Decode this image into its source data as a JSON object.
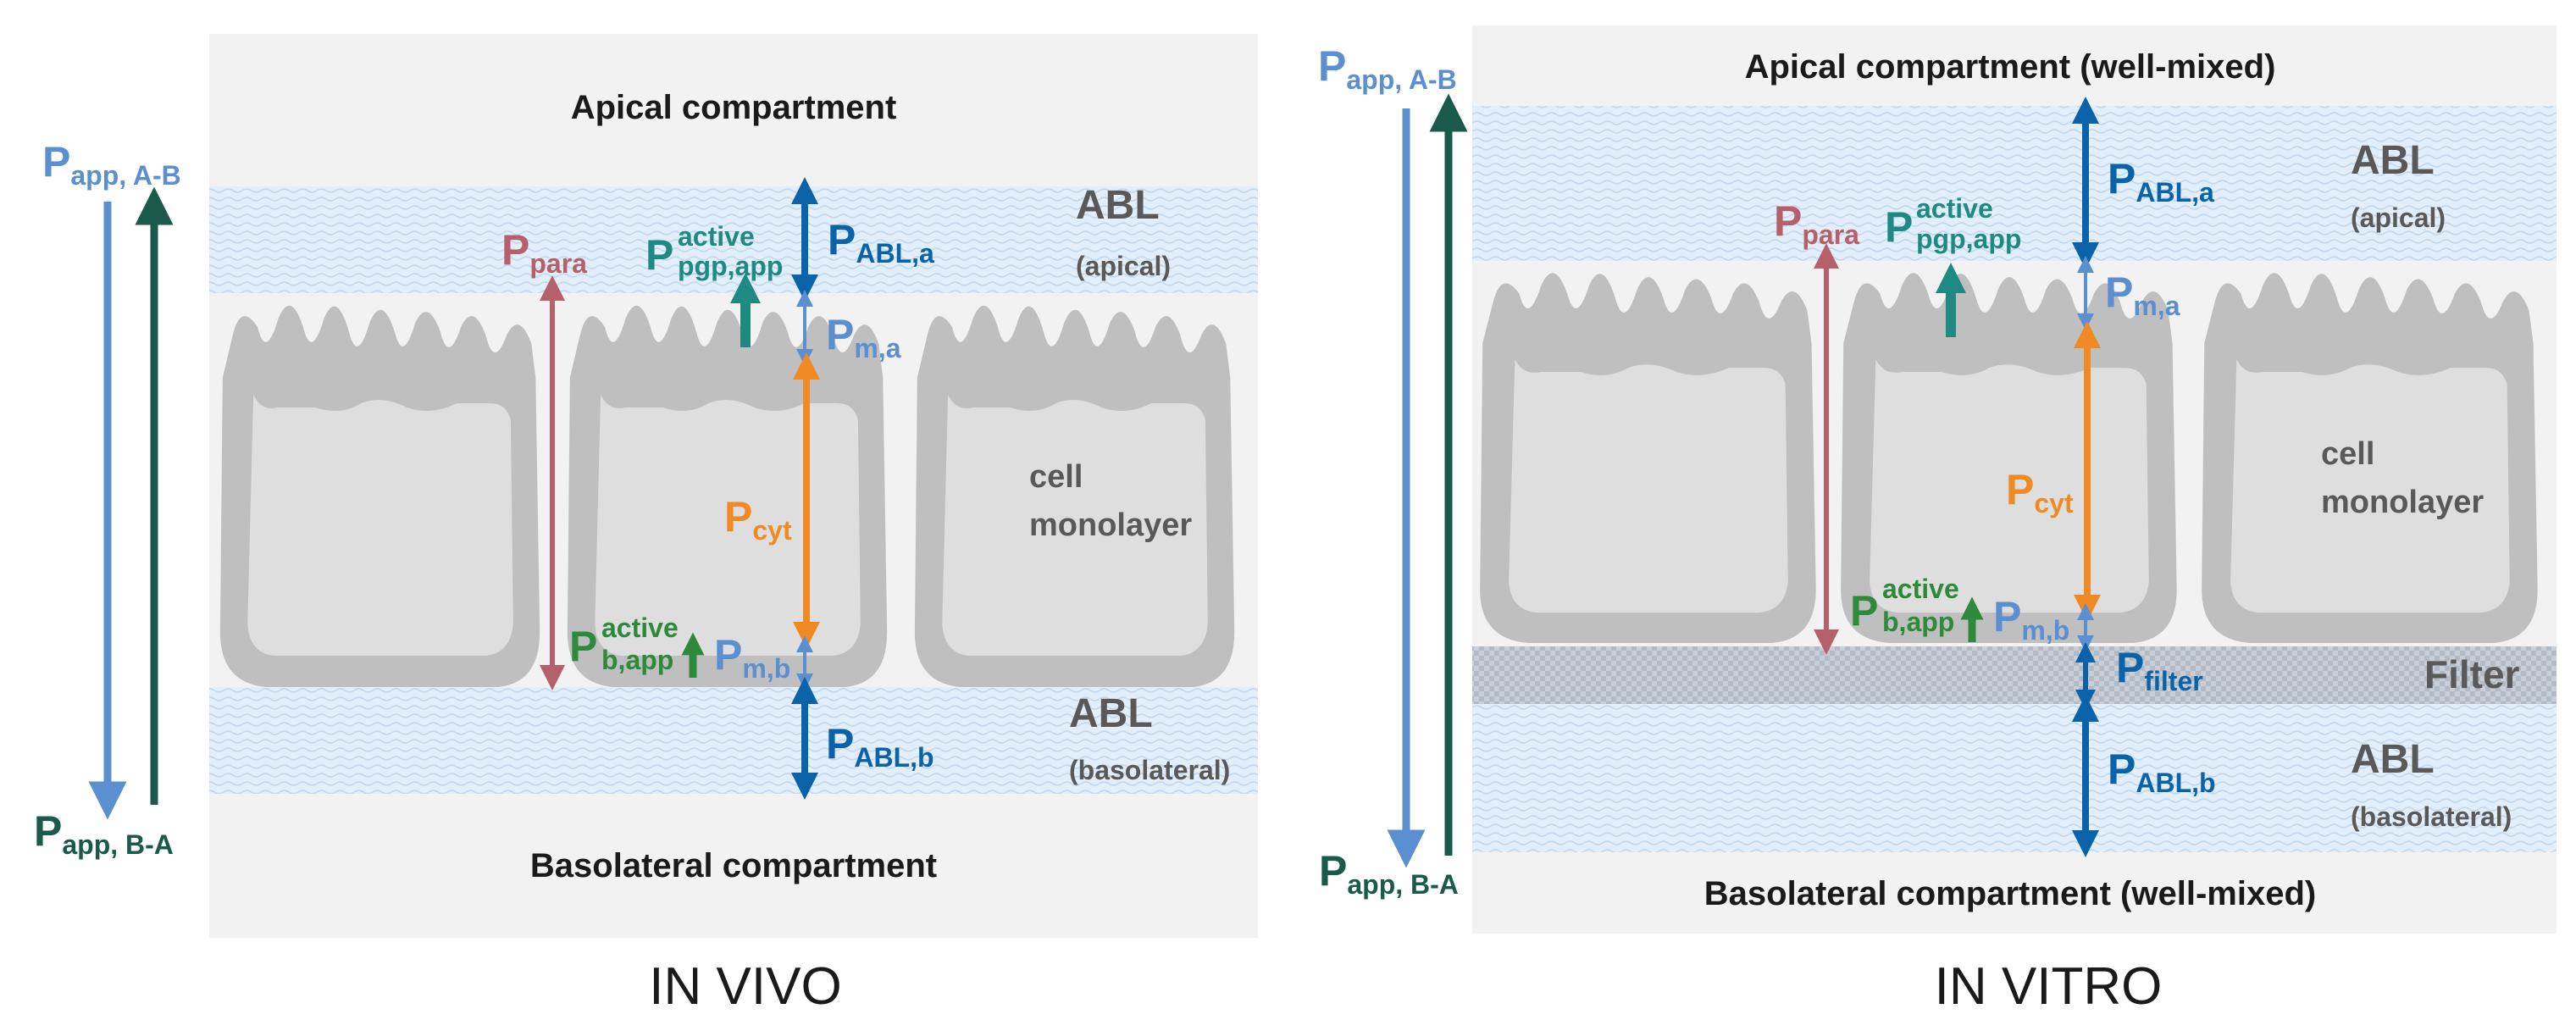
{
  "colors": {
    "light_blue": "#5b8fd0",
    "dark_green": "#1a5a4a",
    "dark_blue": "#0a62a8",
    "teal": "#1e8a82",
    "orange": "#f08a24",
    "rose": "#b5606a",
    "green": "#2e8a3a",
    "gray_text": "#595959",
    "compartment_bg": "#f2f2f2",
    "abl_bg": "#dcebf7",
    "cell_fill": "#c8c8c8"
  },
  "in_vivo": {
    "caption": "IN VIVO",
    "apical_compartment": "Apical compartment",
    "basolateral_compartment": "Basolateral compartment",
    "abl_top": "ABL",
    "abl_top_sub": "(apical)",
    "abl_bottom": "ABL",
    "abl_bottom_sub": "(basolateral)",
    "cell_label_1": "cell",
    "cell_label_2": "monolayer",
    "papp_ab": {
      "main": "P",
      "sub": "app, A-B"
    },
    "papp_ba": {
      "main": "P",
      "sub": "app, B-A"
    },
    "ppara": {
      "main": "P",
      "sub": "para"
    },
    "pactive_pgp": {
      "main": "P",
      "sup": "active",
      "sub": "pgp,app"
    },
    "pabl_a": {
      "main": "P",
      "sub": "ABL,a"
    },
    "pm_a": {
      "main": "P",
      "sub": "m,a"
    },
    "pcyt": {
      "main": "P",
      "sub": "cyt"
    },
    "pactive_b": {
      "main": "P",
      "sup": "active",
      "sub": "b,app"
    },
    "pm_b": {
      "main": "P",
      "sub": "m,b"
    },
    "pabl_b": {
      "main": "P",
      "sub": "ABL,b"
    }
  },
  "in_vitro": {
    "caption": "IN VITRO",
    "apical_compartment": "Apical compartment (well-mixed)",
    "basolateral_compartment": "Basolateral compartment (well-mixed)",
    "abl_top": "ABL",
    "abl_top_sub": "(apical)",
    "abl_bottom": "ABL",
    "abl_bottom_sub": "(basolateral)",
    "filter": "Filter",
    "cell_label_1": "cell",
    "cell_label_2": "monolayer",
    "papp_ab": {
      "main": "P",
      "sub": "app, A-B"
    },
    "papp_ba": {
      "main": "P",
      "sub": "app, B-A"
    },
    "ppara": {
      "main": "P",
      "sub": "para"
    },
    "pactive_pgp": {
      "main": "P",
      "sup": "active",
      "sub": "pgp,app"
    },
    "pabl_a": {
      "main": "P",
      "sub": "ABL,a"
    },
    "pm_a": {
      "main": "P",
      "sub": "m,a"
    },
    "pcyt": {
      "main": "P",
      "sub": "cyt"
    },
    "pactive_b": {
      "main": "P",
      "sup": "active",
      "sub": "b,app"
    },
    "pm_b": {
      "main": "P",
      "sub": "m,b"
    },
    "pfilter": {
      "main": "P",
      "sub": "filter"
    },
    "pabl_b": {
      "main": "P",
      "sub": "ABL,b"
    }
  }
}
